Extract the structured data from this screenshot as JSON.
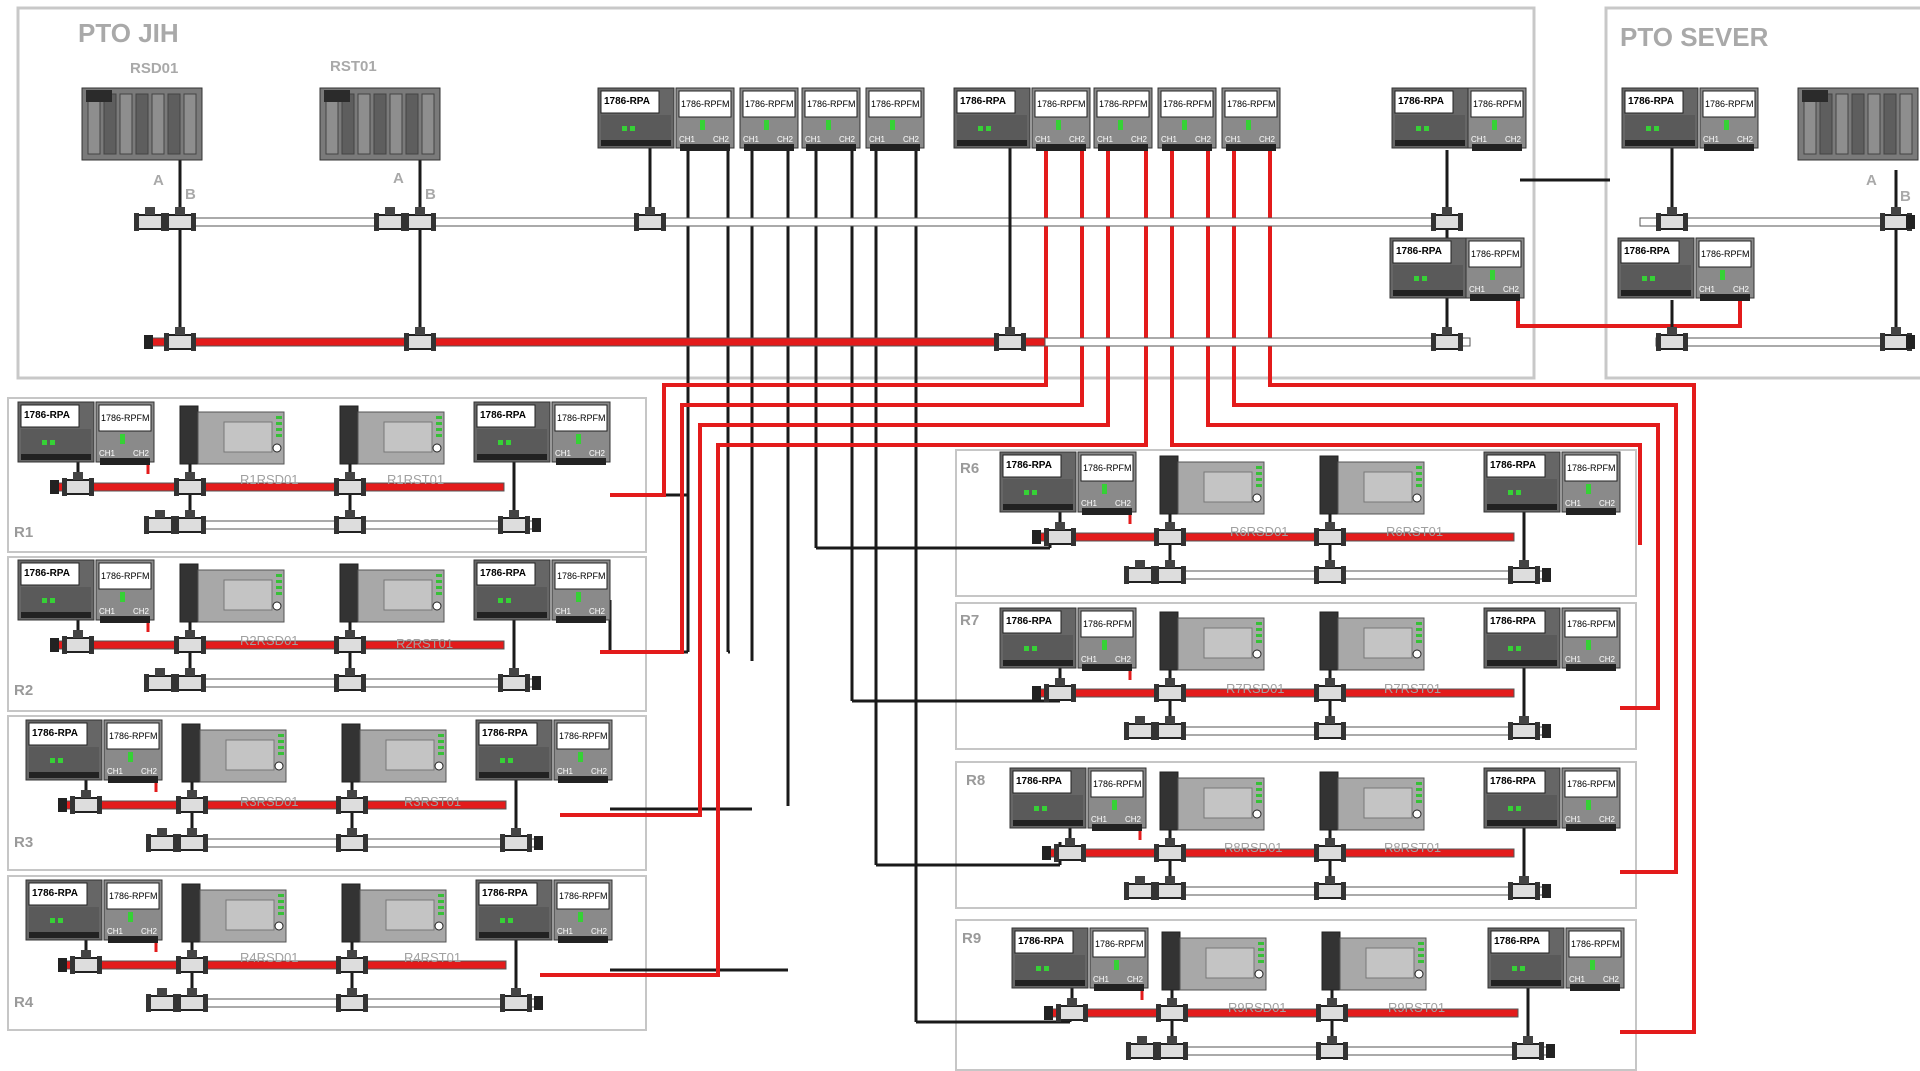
{
  "zones": {
    "main": "PTO JIH",
    "remote": "PTO SEVER"
  },
  "plcs": {
    "left": "RSD01",
    "right": "RST01"
  },
  "redundancy": {
    "a": "A",
    "b": "B"
  },
  "modules": {
    "adapter": "1786-RPA",
    "fiber": "1786-RPFM",
    "ch1": "CH1",
    "ch2": "CH2"
  },
  "panels": {
    "r1": {
      "name": "R1",
      "rsd": "R1RSD01",
      "rst": "R1RST01"
    },
    "r2": {
      "name": "R2",
      "rsd": "R2RSD01",
      "rst": "R2RST01"
    },
    "r3": {
      "name": "R3",
      "rsd": "R3RSD01",
      "rst": "R3RST01"
    },
    "r4": {
      "name": "R4",
      "rsd": "R4RSD01",
      "rst": "R4RST01"
    },
    "r6": {
      "name": "R6",
      "rsd": "R6RSD01",
      "rst": "R6RST01"
    },
    "r7": {
      "name": "R7",
      "rsd": "R7RSD01",
      "rst": "R7RST01"
    },
    "r8": {
      "name": "R8",
      "rsd": "R8RSD01",
      "rst": "R8RST01"
    },
    "r9": {
      "name": "R9",
      "rsd": "R9RSD01",
      "rst": "R9RST01"
    }
  },
  "colors": {
    "redCable": "#e31b1b",
    "blackCable": "#1a1a1a",
    "frame": "#c6c6c6",
    "module": "#666666"
  }
}
